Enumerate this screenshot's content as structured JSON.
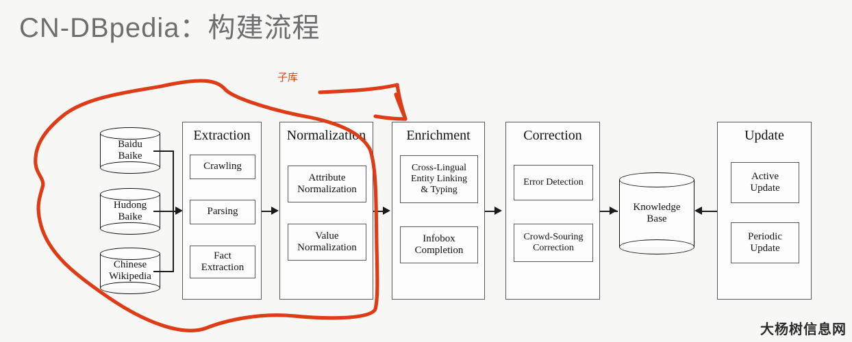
{
  "slide": {
    "title": "CN-DBpedia：构建流程",
    "background_color": "#f7f7f6",
    "title_color": "#6e6e6e"
  },
  "watermark": {
    "text": "大杨树信息网"
  },
  "annotation": {
    "label": "子库",
    "color": "#de3c17",
    "shape": "hand-drawn-loop-with-arrow"
  },
  "diagram": {
    "sources": [
      {
        "name": "baidu-baike",
        "label": "Baidu\nBaike"
      },
      {
        "name": "hudong-baike",
        "label": "Hudong\nBaike"
      },
      {
        "name": "chinese-wikipedia",
        "label": "Chinese\nWikipedia"
      }
    ],
    "phases": [
      {
        "name": "extraction",
        "title": "Extraction",
        "steps": [
          "Crawling",
          "Parsing",
          "Fact\nExtraction"
        ]
      },
      {
        "name": "normalization",
        "title": "Normalization",
        "steps": [
          "Attribute\nNormalization",
          "Value\nNormalization"
        ]
      },
      {
        "name": "enrichment",
        "title": "Enrichment",
        "steps": [
          "Cross-Lingual\nEntity Linking\n& Typing",
          "Infobox\nCompletion"
        ]
      },
      {
        "name": "correction",
        "title": "Correction",
        "steps": [
          "Error Detection",
          "Crowd-Souring\nCorrection"
        ]
      },
      {
        "name": "update",
        "title": "Update",
        "steps": [
          "Active\nUpdate",
          "Periodic\nUpdate"
        ]
      }
    ],
    "store": {
      "name": "knowledge-base",
      "label": "Knowledge\nBase"
    }
  }
}
